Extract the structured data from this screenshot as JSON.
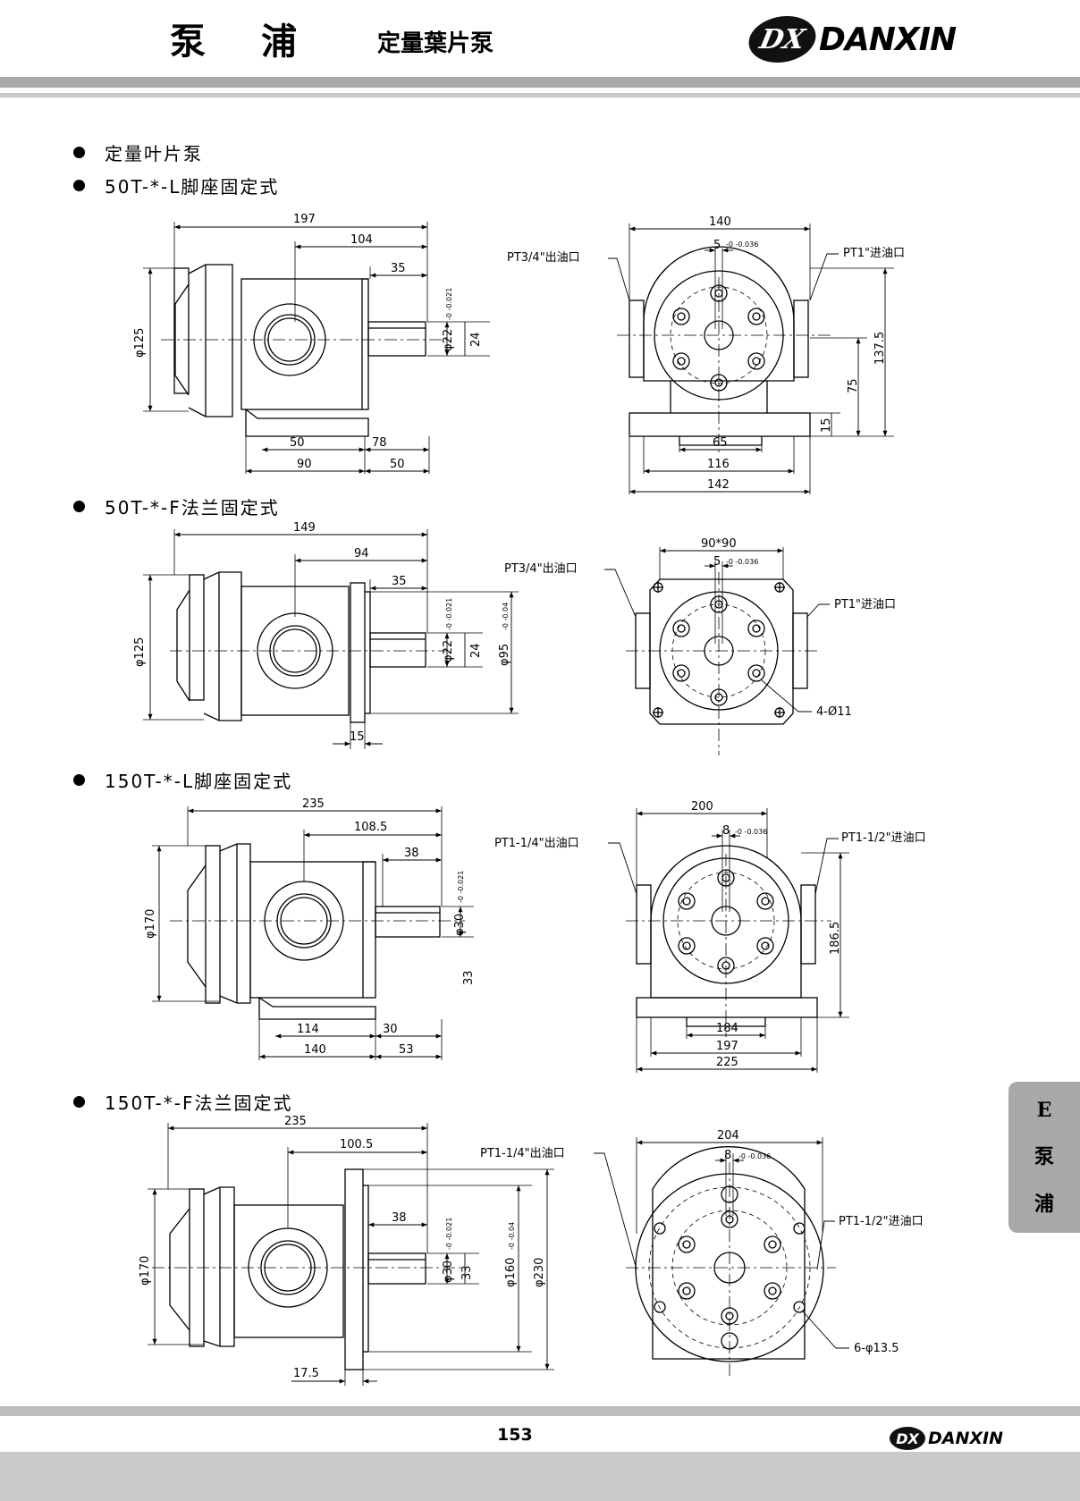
{
  "header": {
    "title_a": "泵",
    "title_b": "浦",
    "subtitle": "定量葉片泵",
    "brand": "DANXIN",
    "brand_logo_letters": "DX"
  },
  "sections": [
    {
      "label": "定量叶片泵"
    },
    {
      "label": "50T-*-L脚座固定式"
    },
    {
      "label": "50T-*-F法兰固定式"
    },
    {
      "label": "150T-*-L脚座固定式"
    },
    {
      "label": "150T-*-F法兰固定式"
    }
  ],
  "drawings": {
    "d1": {
      "w197": "197",
      "w104": "104",
      "w35": "35",
      "phi125": "φ125",
      "phi22": "φ22",
      "tol1": "-0 -0.021",
      "h24": "24",
      "b50": "50",
      "b78": "78",
      "b90": "90",
      "b50b": "50",
      "f140": "140",
      "key5": "5",
      "keytol": "-0 -0.036",
      "out": "PT3/4\"出油口",
      "in": "PT1\"进油口",
      "h137": "137.5",
      "h75": "75",
      "h15": "15",
      "f65": "65",
      "f116": "116",
      "f142": "142"
    },
    "d2": {
      "w149": "149",
      "w94": "94",
      "w35": "35",
      "phi125": "φ125",
      "phi22": "φ22",
      "tol1": "-0 -0.021",
      "h24": "24",
      "phi95": "φ95",
      "tol2": "-0 -0.04",
      "w15": "15",
      "sq": "90*90",
      "key5": "5",
      "keytol": "-0 -0.036",
      "out": "PT3/4\"出油口",
      "in": "PT1\"进油口",
      "holes": "4-Ø11"
    },
    "d3": {
      "w235": "235",
      "w108": "108.5",
      "w38": "38",
      "phi170": "φ170",
      "phi30": "φ30",
      "tol1": "-0 -0.021",
      "h33": "33",
      "b114": "114",
      "b30": "30",
      "b140": "140",
      "b53": "53",
      "f200": "200",
      "key8": "8",
      "keytol": "-0 -0.036",
      "out": "PT1-1/4\"出油口",
      "in": "PT1-1/2\"进油口",
      "h186": "186.5",
      "f184": "184",
      "f197": "197",
      "f225": "225"
    },
    "d4": {
      "w235": "235",
      "w100": "100.5",
      "w38": "38",
      "phi170": "φ170",
      "phi30": "φ30",
      "tol1": "-0 -0.021",
      "h33": "33",
      "phi160": "φ160",
      "tol2": "-0 -0.04",
      "phi230": "φ230",
      "w17": "17.5",
      "f204": "204",
      "key8": "8",
      "keytol": "-0 -0.036",
      "out": "PT1-1/4\"出油口",
      "in": "PT1-1/2\"进油口",
      "holes": "6-φ13.5"
    }
  },
  "side_tab": [
    "E",
    "泵",
    "浦"
  ],
  "footer": {
    "page_number": "153",
    "brand": "DANXIN",
    "brand_logo_letters": "DX"
  }
}
